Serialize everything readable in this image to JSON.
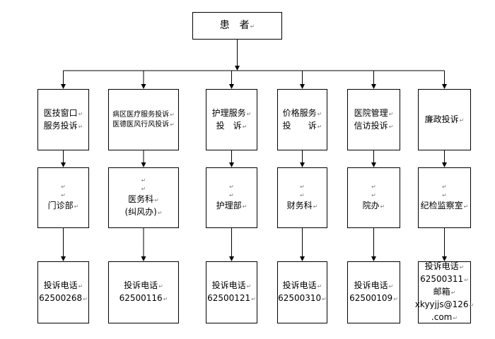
{
  "root": {
    "label": "患　者",
    "mark": "↵"
  },
  "columns": [
    {
      "key": "window",
      "category": [
        "医技窗口",
        "服务投诉"
      ],
      "department": [
        "门诊部"
      ],
      "contact": [
        "投诉电话",
        "62500268"
      ]
    },
    {
      "key": "ward",
      "category": [
        "病区医疗服务投诉",
        "医德医风行风投诉"
      ],
      "department": [
        "医务科",
        "(纠风办)"
      ],
      "contact": [
        "投诉电话",
        "62500116"
      ]
    },
    {
      "key": "nursing",
      "category": [
        "护理服务",
        "投　诉"
      ],
      "department": [
        "护理部"
      ],
      "contact": [
        "投诉电话",
        "62500121"
      ]
    },
    {
      "key": "price",
      "category": [
        "价格服务",
        "投　　诉"
      ],
      "department": [
        "财务科"
      ],
      "contact": [
        "投诉电话",
        "62500310"
      ]
    },
    {
      "key": "management",
      "category": [
        "医院管理",
        "信访投诉"
      ],
      "department": [
        "院办"
      ],
      "contact": [
        "投诉电话",
        "62500109"
      ]
    },
    {
      "key": "integrity",
      "category": [
        "廉政投诉"
      ],
      "department": [
        "纪检监察室"
      ],
      "contact": [
        "投诉电话",
        "62500311",
        "邮箱",
        "xkyyjjs@126",
        ".com"
      ]
    }
  ]
}
